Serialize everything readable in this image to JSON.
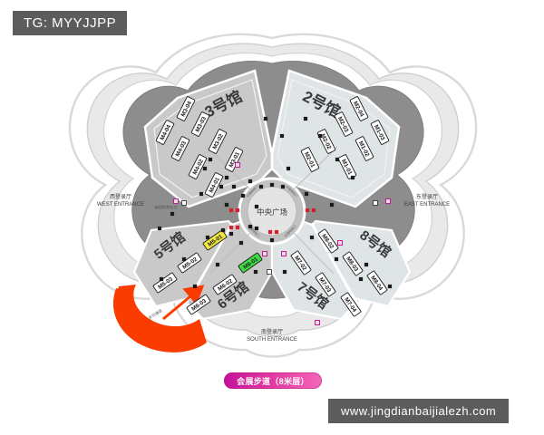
{
  "watermarks": {
    "top_left": "TG: MYYJJPP",
    "bottom_right": "www.jingdianbaijialezh.com"
  },
  "map": {
    "plaza_label": "中央广场",
    "walkway_label": "步行通道",
    "entrances": [
      {
        "id": "west",
        "cn": "西登录厅",
        "en": "WEST ENTRANCE"
      },
      {
        "id": "east",
        "cn": "东登录厅",
        "en": "EAST ENTRANCE"
      },
      {
        "id": "south",
        "cn": "南登录厅",
        "en": "SOUTH ENTRANCE"
      }
    ],
    "small_labels": [
      {
        "id": "west-service",
        "text": "麻烦报到站点"
      }
    ],
    "halls": [
      {
        "id": "hall3",
        "name": "3号馆",
        "fill": "#c9c9c9"
      },
      {
        "id": "hall2",
        "name": "2号馆",
        "fill": "#dfe5e7"
      },
      {
        "id": "hall5",
        "name": "5号馆",
        "fill": "#c9c9c9"
      },
      {
        "id": "hall6",
        "name": "6号馆",
        "fill": "#c9c9c9"
      },
      {
        "id": "hall8",
        "name": "8号馆",
        "fill": "#dfe5e7"
      },
      {
        "id": "hall7",
        "name": "7号馆",
        "fill": "#dfe5e7"
      }
    ],
    "stalls": [
      {
        "id": "M3-04",
        "hall": "hall3"
      },
      {
        "id": "M3-03",
        "hall": "hall3"
      },
      {
        "id": "M3-02",
        "hall": "hall3"
      },
      {
        "id": "M3-01",
        "hall": "hall3"
      },
      {
        "id": "M4-04",
        "hall": "hall3"
      },
      {
        "id": "M4-03",
        "hall": "hall3"
      },
      {
        "id": "M4-02",
        "hall": "hall3"
      },
      {
        "id": "M4-01",
        "hall": "hall3"
      },
      {
        "id": "M2-04",
        "hall": "hall2"
      },
      {
        "id": "M2-03",
        "hall": "hall2"
      },
      {
        "id": "M2-02",
        "hall": "hall2"
      },
      {
        "id": "M2-01",
        "hall": "hall2"
      },
      {
        "id": "M1-03",
        "hall": "hall2"
      },
      {
        "id": "M1-02",
        "hall": "hall2"
      },
      {
        "id": "M1-01",
        "hall": "hall2"
      },
      {
        "id": "M5-01",
        "hall": "hall5",
        "highlight": "#f2e840"
      },
      {
        "id": "M5-02",
        "hall": "hall5"
      },
      {
        "id": "M5-03",
        "hall": "hall5"
      },
      {
        "id": "M6-01",
        "hall": "hall6",
        "highlight": "#3ddc45"
      },
      {
        "id": "M6-02",
        "hall": "hall6"
      },
      {
        "id": "M6-03",
        "hall": "hall6"
      },
      {
        "id": "M8-02",
        "hall": "hall8"
      },
      {
        "id": "M8-03",
        "hall": "hall8"
      },
      {
        "id": "M8-04",
        "hall": "hall8"
      },
      {
        "id": "M7-02",
        "hall": "hall7"
      },
      {
        "id": "M7-03",
        "hall": "hall7"
      },
      {
        "id": "M7-04",
        "hall": "hall7"
      }
    ],
    "radial_labels": [
      "日落地检门",
      "日落地检门",
      "日落地检门",
      "日落地检门"
    ]
  },
  "legend": {
    "walkway_pill": "会展步道（8米层）"
  },
  "colors": {
    "hall_gray": "#c9c9c9",
    "hall_blue": "#dfe5e7",
    "corridor_dark": "#8d8d8d",
    "outline_ring": "#d4d4d4",
    "highlight_yellow": "#f2e840",
    "highlight_green": "#3ddc45",
    "arrow_orange": "#fa3c00",
    "legend_pink": "#e0369e",
    "watermark_gray": "#5c5c5c"
  }
}
